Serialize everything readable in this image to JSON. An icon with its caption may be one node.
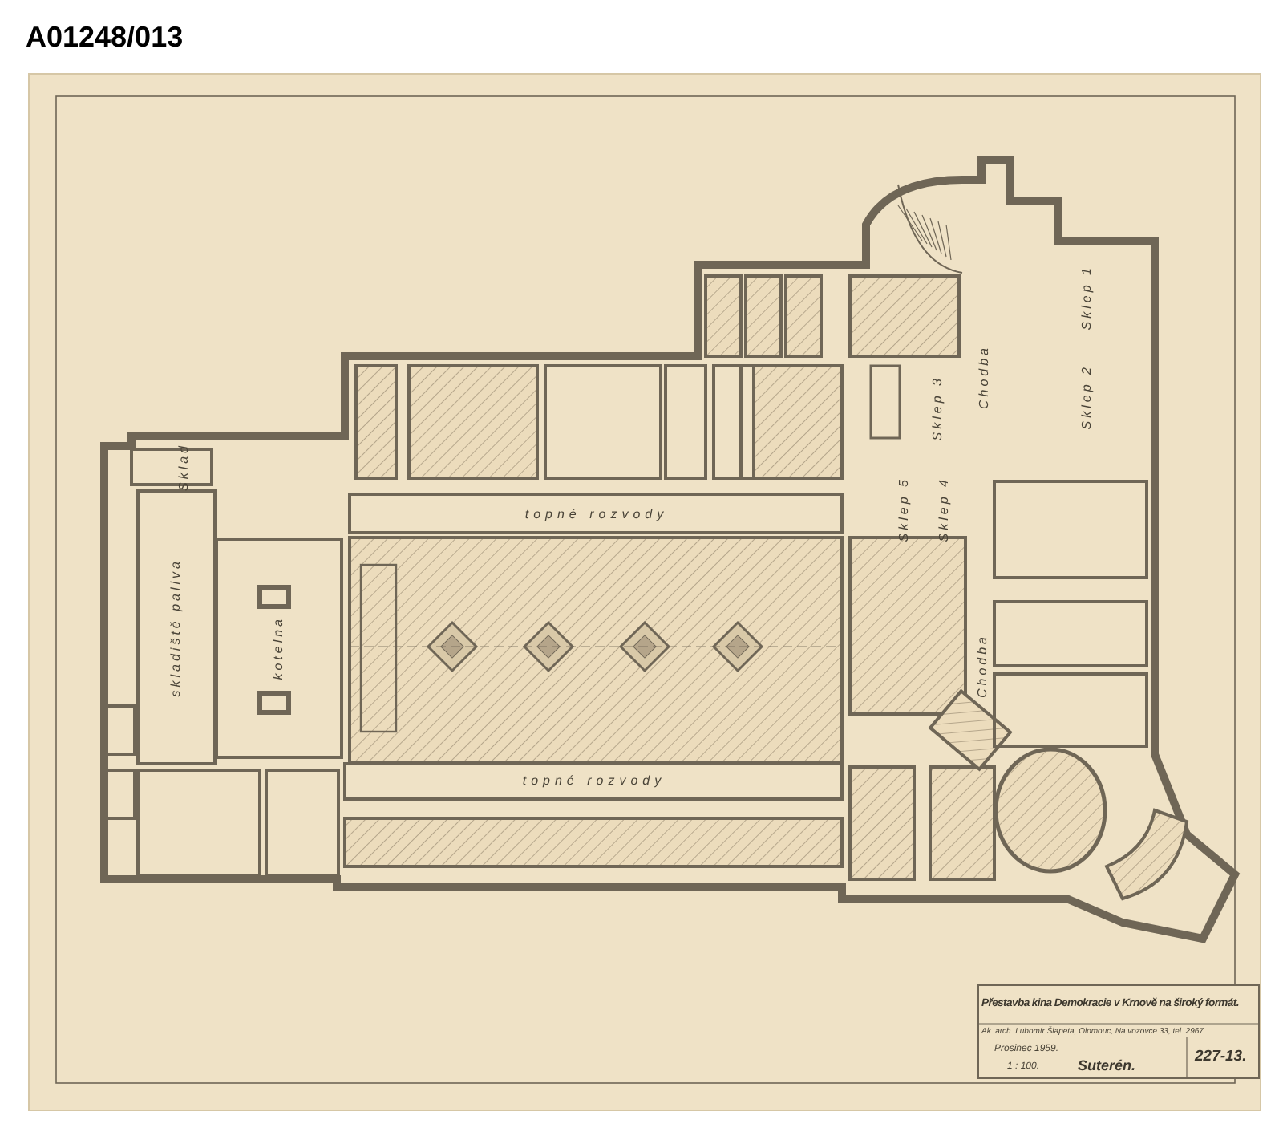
{
  "diagram": {
    "title": "Přestavba kina Demokracie v Krnově na široký formát.",
    "nodes": [
      {
        "text": [
          "Sklad"
        ]
      },
      {
        "text": [
          "skladiště paliva"
        ]
      },
      {
        "text": [
          "kotelna"
        ]
      },
      {
        "text": [
          "topné rozvody"
        ]
      },
      {
        "text": [
          "topné rozvody"
        ]
      },
      {
        "text": [
          "Sklep 1"
        ]
      },
      {
        "text": [
          "Sklep 2"
        ]
      },
      {
        "text": [
          "Sklep 3"
        ]
      },
      {
        "text": [
          "Chodba"
        ]
      },
      {
        "text": [
          "Sklep 4"
        ]
      },
      {
        "text": [
          "Sklep 5"
        ]
      },
      {
        "text": [
          "Chodba"
        ]
      }
    ],
    "labels": [
      "A01248/013",
      "Ak. arch. Lubomír Šlapeta, Olomouc, Na vozovce 33, tel. 2967.",
      "Prosinec 1959.",
      "1 : 100.",
      "Suterén.",
      "227-13."
    ]
  }
}
